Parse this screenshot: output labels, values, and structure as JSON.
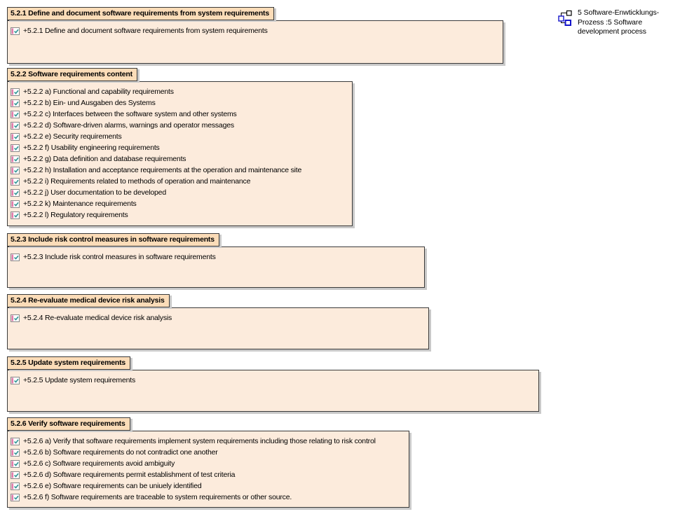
{
  "diagram": {
    "legend": {
      "icon": "composite-structure-icon",
      "lines": [
        "5 Software-Enwticklungs-",
        "Prozess :5 Software",
        "development process"
      ]
    },
    "sections": [
      {
        "id": "5.2.1",
        "title": "5.2.1 Define and document software requirements from system requirements",
        "items": [
          {
            "checked": true,
            "label": "+5.2.1  Define and document software requirements from system requirements"
          }
        ]
      },
      {
        "id": "5.2.2",
        "title": "5.2.2 Software requirements content",
        "items": [
          {
            "checked": true,
            "label": "+5.2.2 a) Functional and capability requirements"
          },
          {
            "checked": true,
            "label": "+5.2.2 b) Ein- und Ausgaben des Systems"
          },
          {
            "checked": true,
            "label": "+5.2.2 c) Interfaces between the software system and other systems"
          },
          {
            "checked": true,
            "label": "+5.2.2 d) Software-driven alarms, warnings and operator messages"
          },
          {
            "checked": true,
            "label": "+5.2.2 e) Security requirements"
          },
          {
            "checked": true,
            "label": "+5.2.2 f) Usability engineering requirements"
          },
          {
            "checked": true,
            "label": "+5.2.2 g) Data definition and database requirements"
          },
          {
            "checked": true,
            "label": "+5.2.2 h) Installation and acceptance requirements at the operation and maintenance site"
          },
          {
            "checked": true,
            "label": "+5.2.2 i) Requirements related to methods of operation and maintenance"
          },
          {
            "checked": true,
            "label": "+5.2.2 j) User documentation to be developed"
          },
          {
            "checked": true,
            "label": "+5.2.2 k) Maintenance requirements"
          },
          {
            "checked": true,
            "label": "+5.2.2 l) Regulatory requirements"
          }
        ]
      },
      {
        "id": "5.2.3",
        "title": "5.2.3 Include risk control measures in software requirements",
        "items": [
          {
            "checked": true,
            "label": "+5.2.3 Include risk control measures in software requirements"
          }
        ]
      },
      {
        "id": "5.2.4",
        "title": "5.2.4 Re-evaluate medical device risk analysis",
        "items": [
          {
            "checked": true,
            "label": "+5.2.4 Re-evaluate medical device risk analysis"
          }
        ]
      },
      {
        "id": "5.2.5",
        "title": "5.2.5 Update system requirements",
        "items": [
          {
            "checked": true,
            "label": "+5.2.5 Update system requirements"
          }
        ]
      },
      {
        "id": "5.2.6",
        "title": "5.2.6 Verify software requirements",
        "items": [
          {
            "checked": true,
            "label": "+5.2.6  a) Verify that software requirements implement system requirements including those relating to risk control"
          },
          {
            "checked": true,
            "label": "+5.2.6 b) Software requirements do not contradict one another"
          },
          {
            "checked": true,
            "label": "+5.2.6 c) Software requirements avoid ambiguity"
          },
          {
            "checked": true,
            "label": "+5.2.6 d) Software requirements permit establishment of test criteria"
          },
          {
            "checked": true,
            "label": "+5.2.6 e) Software requirements can be uniuely identified"
          },
          {
            "checked": true,
            "label": "+5.2.6 f) Software requirements are traceable to system requirements or other source."
          }
        ]
      }
    ],
    "colors": {
      "body_fill": "#fcebdc",
      "tab_fill": "#fbdcb8",
      "border": "#3a3a3a",
      "shadow": "#c9c9c9",
      "stripe_pink": "#e27ba9",
      "check_teal": "#2e9494",
      "icon_blue": "#1515cb",
      "text": "#000000"
    }
  }
}
